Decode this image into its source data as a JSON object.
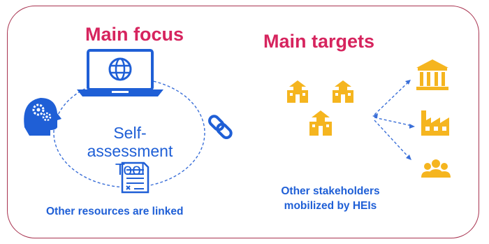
{
  "left": {
    "heading": "Main focus",
    "tool_label_line1": "Self-assessment",
    "tool_label_line2": "Tool",
    "resources_label": "Other resources are linked"
  },
  "right": {
    "heading": "Main targets",
    "stakeholders_line1": "Other stakeholders",
    "stakeholders_line2": "mobilized by HEIs"
  },
  "colors": {
    "border": "#a8324f",
    "heading": "#d6245e",
    "blue": "#1f5fd6",
    "gold": "#f5b51f",
    "dashed": "#3a6fd8"
  },
  "icons": [
    "laptop-globe-icon",
    "head-gears-icon",
    "link-chain-icon",
    "document-icon",
    "school-icon",
    "government-building-icon",
    "factory-icon",
    "group-people-icon"
  ]
}
